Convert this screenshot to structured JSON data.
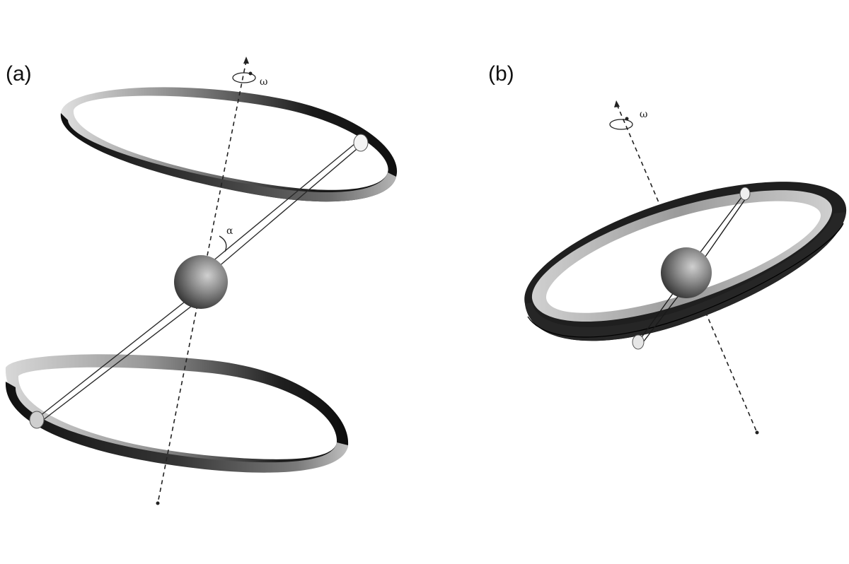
{
  "figure": {
    "panel_a_label": "(a)",
    "panel_b_label": "(b)",
    "rotation_symbol_a": "ω",
    "rotation_symbol_b": "ω",
    "angle_symbol": "α"
  },
  "colors": {
    "band_dark": "#1e1e1e",
    "band_mid": "#5a5a5a",
    "band_light": "#c8c8c8",
    "sphere_dark": "#3a3a3a",
    "sphere_light": "#bdbdbd",
    "axis": "#222222"
  }
}
